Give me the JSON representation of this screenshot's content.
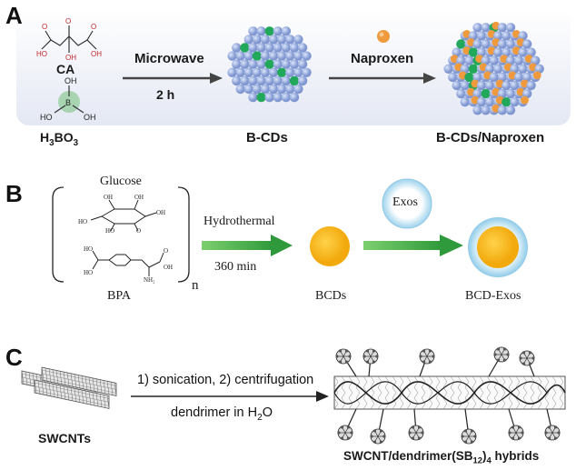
{
  "panel_a": {
    "letter": "A",
    "reactant_1": "CA",
    "reactant_2_main": "H",
    "reactant_2_sub": "3",
    "reactant_2_rest": "BO",
    "reactant_2_sub2": "3",
    "step_1_top": "Microwave",
    "step_1_bottom": "2 h",
    "product_1": "B-CDs",
    "step_2_top": "Naproxen",
    "product_2": "B-CDs/Naproxen",
    "colors": {
      "band": "#e7ebf5",
      "sphere": "#9bb0e0",
      "green": "#22a85a",
      "orange": "#ef9a3c"
    }
  },
  "panel_b": {
    "letter": "B",
    "reactant_1": "Glucose",
    "reactant_2": "BPA",
    "repeat": "n",
    "step_1_top": "Hydrothermal",
    "step_1_bottom": "360 min",
    "product_1": "BCDs",
    "reagent": "Exos",
    "product_2": "BCD-Exos",
    "colors": {
      "arrow": "#3faa45",
      "dot": "#f5b417",
      "exo": "#a8d8ee"
    }
  },
  "panel_c": {
    "letter": "C",
    "reactant": "SWCNTs",
    "step_top": "1) sonication, 2) centrifugation",
    "step_bottom_main": "dendrimer in H",
    "step_bottom_sub": "2",
    "step_bottom_rest": "O",
    "product_main": "SWCNT/dendrimer(SB",
    "product_sub1": "12",
    "product_mid": ")",
    "product_sub2": "4",
    "product_rest": "  hybrids"
  }
}
